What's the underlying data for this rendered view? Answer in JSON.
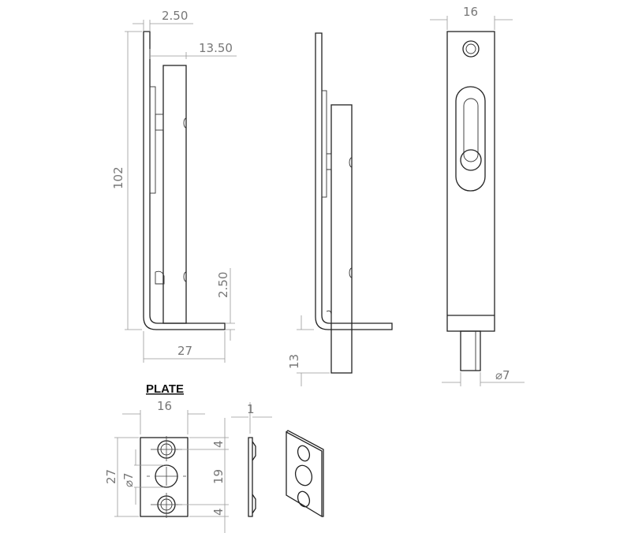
{
  "views": {
    "side_view": {
      "dim_top_offset": "2.50",
      "dim_bolt_offset": "13.50",
      "dim_height": "102",
      "dim_foot_thickness": "2.50",
      "dim_foot_length": "27"
    },
    "side_view_extended": {
      "dim_projection": "13"
    },
    "front_view": {
      "dim_width": "16",
      "dim_pin_diameter": "⌀7"
    },
    "plate": {
      "title": "PLATE",
      "dim_width": "16",
      "dim_height": "27",
      "dim_hole_diameter": "⌀7",
      "dim_top_edge": "4",
      "dim_hole_spacing": "19",
      "dim_bottom_edge": "4",
      "dim_thickness": "1"
    }
  }
}
